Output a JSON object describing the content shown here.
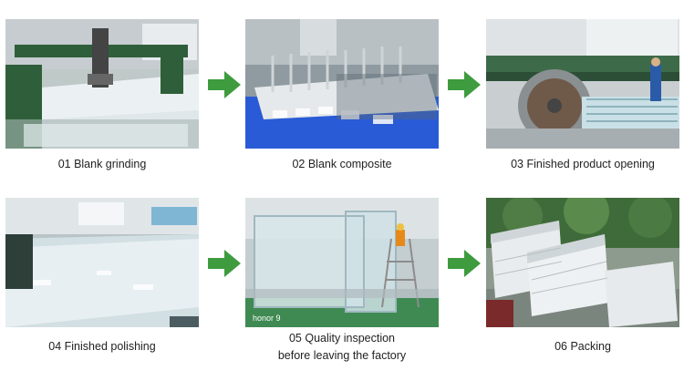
{
  "steps": [
    {
      "label": "01 Blank grinding"
    },
    {
      "label": "02 Blank composite"
    },
    {
      "label": "03 Finished product opening"
    },
    {
      "label": "04 Finished polishing"
    },
    {
      "label": "05 Quality inspection",
      "label_line2": "before leaving the factory"
    },
    {
      "label": "06 Packing"
    }
  ],
  "watermark": "honor 9",
  "colors": {
    "arrow": "#3e9b3e",
    "caption_text": "#222222",
    "machine_green": "#2f5f3a",
    "composite_blue": "#2a5bd6"
  },
  "icons": {
    "arrow": "right-arrow-icon"
  }
}
